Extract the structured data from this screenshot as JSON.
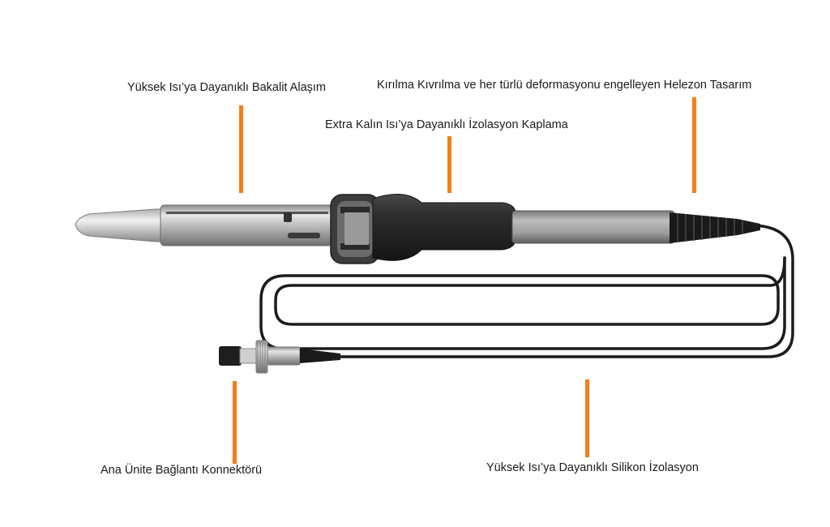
{
  "labels": {
    "bakalit": "Yüksek Isı’ya Dayanıklı Bakalit Alaşım",
    "izolasyon_kaplama": "Extra Kalın Isı’ya Dayanıklı İzolasyon Kaplama",
    "helezon": "Kırılma Kıvrılma ve her türlü deformasyonu engelleyen Helezon  Tasarım",
    "konnektor": "Ana Ünite Bağlantı Konnektörü",
    "silikon": "Yüksek Isı’ya Dayanıklı Silikon İzolasyon"
  },
  "colors": {
    "leader": "#f57f17",
    "cable": "#1c1c1c",
    "metal": "#a9a9a9",
    "grip": "#2b2b2b"
  }
}
